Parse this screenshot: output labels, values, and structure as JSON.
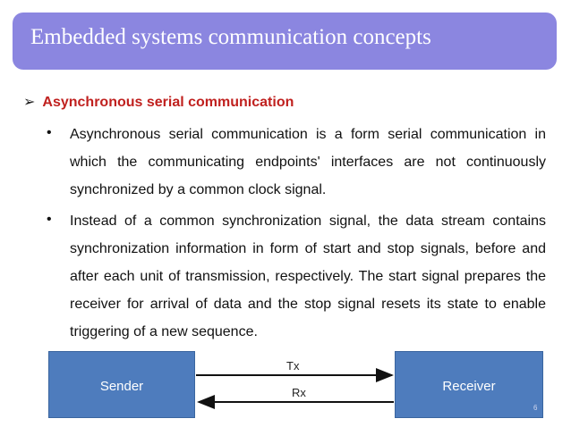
{
  "header": {
    "title": "Embedded systems communication concepts"
  },
  "section": {
    "heading": "Asynchronous serial communication"
  },
  "bullets": [
    "Asynchronous serial communication is a form serial communication in which the communicating endpoints' interfaces are not continuously synchronized by a common clock signal.",
    "Instead of a common synchronization signal, the data stream contains synchronization information in form of start and stop signals, before and after each unit of transmission, respectively. The start signal prepares the receiver for arrival of data and the stop signal resets its state to enable triggering of a new sequence."
  ],
  "diagram": {
    "sender_label": "Sender",
    "receiver_label": "Receiver",
    "tx_label": "Tx",
    "rx_label": "Rx"
  },
  "colors": {
    "title_bar": "#8b86e0",
    "heading": "#c0211f",
    "box_fill": "#4e7cbd"
  },
  "footer": {
    "slide_number": "6"
  }
}
